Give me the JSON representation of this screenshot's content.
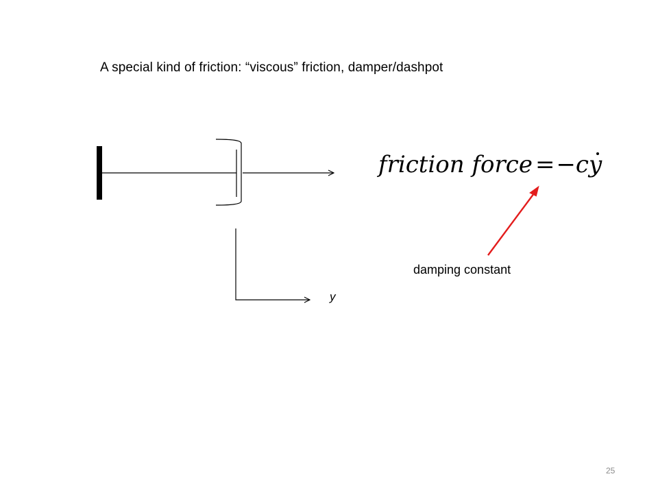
{
  "slide": {
    "title": "A special kind of friction: “viscous” friction, damper/dashpot",
    "axis_label": "y",
    "formula": {
      "lhs": "friction force",
      "eq": "=",
      "rhs_prefix": "−c",
      "rhs_var": "y"
    },
    "annotation": "damping constant",
    "page_number": "25"
  },
  "colors": {
    "line": "#000000",
    "arrow": "#e31c1c",
    "page_number": "#8c8c8c"
  }
}
